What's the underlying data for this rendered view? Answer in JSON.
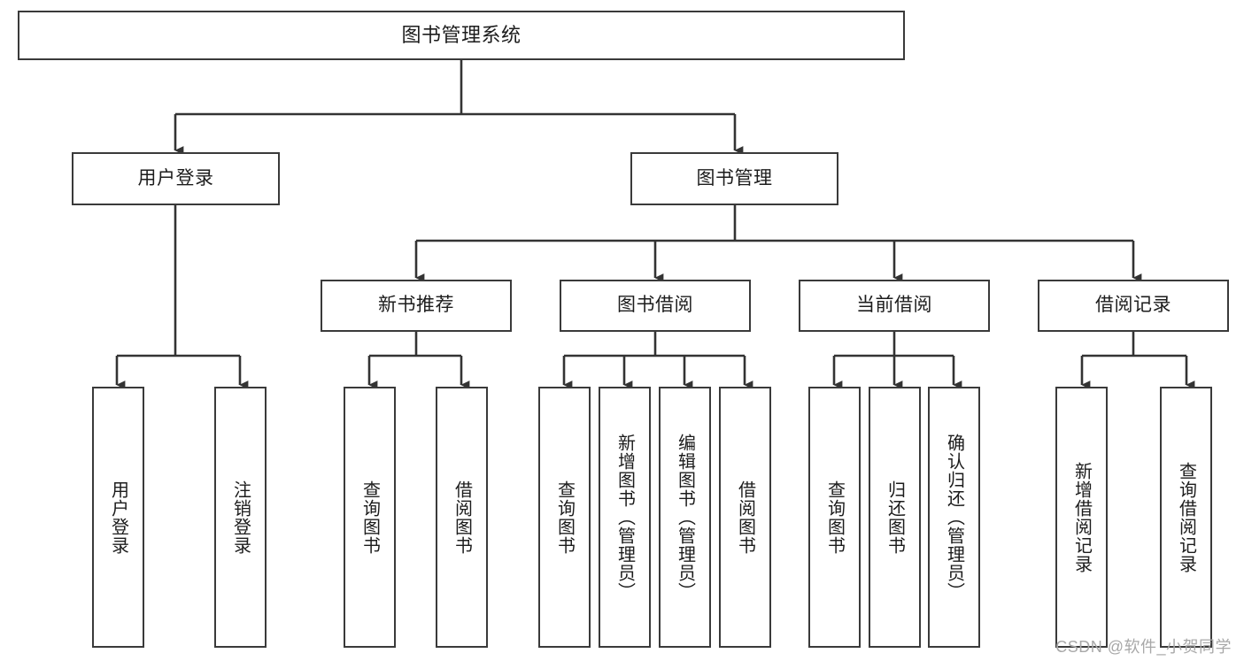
{
  "diagram": {
    "type": "tree",
    "title": "图书管理系统",
    "orientation": "top-down",
    "colors": {
      "box_border": "#3a3a3a",
      "box_fill": "#ffffff",
      "connector": "#333333",
      "text": "#1c1c1c",
      "watermark": "#a8a8a8",
      "background": "#ffffff"
    },
    "root": {
      "label": "图书管理系统"
    },
    "level2": [
      {
        "label": "用户登录"
      },
      {
        "label": "图书管理"
      }
    ],
    "level3": [
      {
        "label": "新书推荐"
      },
      {
        "label": "图书借阅"
      },
      {
        "label": "当前借阅"
      },
      {
        "label": "借阅记录"
      }
    ],
    "leaves": [
      {
        "label": "用户登录",
        "parent": "用户登录"
      },
      {
        "label": "注销登录",
        "parent": "用户登录"
      },
      {
        "label": "查询图书",
        "parent": "新书推荐"
      },
      {
        "label": "借阅图书",
        "parent": "新书推荐"
      },
      {
        "label": "查询图书",
        "parent": "图书借阅"
      },
      {
        "label": "新增图书（管理员）",
        "parent": "图书借阅"
      },
      {
        "label": "编辑图书（管理员）",
        "parent": "图书借阅"
      },
      {
        "label": "借阅图书",
        "parent": "图书借阅"
      },
      {
        "label": "查询图书",
        "parent": "当前借阅"
      },
      {
        "label": "归还图书",
        "parent": "当前借阅"
      },
      {
        "label": "确认归还（管理员）",
        "parent": "当前借阅"
      },
      {
        "label": "新增借阅记录",
        "parent": "借阅记录"
      },
      {
        "label": "查询借阅记录",
        "parent": "借阅记录"
      }
    ]
  },
  "watermark": {
    "text": "CSDN @软件_小贺同学"
  }
}
